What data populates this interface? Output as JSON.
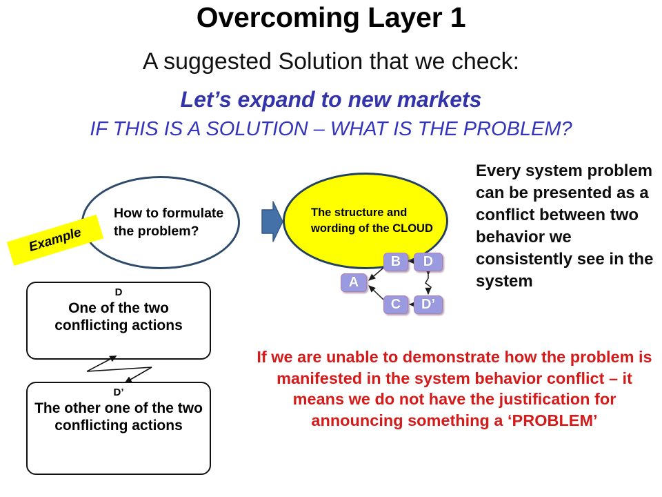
{
  "slide": {
    "title": "Overcoming Layer 1",
    "subtitle": "A suggested Solution that we check:",
    "solution_line": "Let’s expand to new markets",
    "question_line": "IF THIS IS A SOLUTION – WHAT IS THE PROBLEM?"
  },
  "callout": {
    "example_label": "Example"
  },
  "ellipses": {
    "left": "How to formulate the problem?",
    "right": "The structure and wording of the CLOUD"
  },
  "arrow": {
    "chevron_name": "blue-chevron-arrow"
  },
  "boxes": [
    {
      "tag": "D",
      "body": "One of the two conflicting actions"
    },
    {
      "tag": "D’",
      "body": "The other one of the two conflicting actions"
    }
  ],
  "cloud": {
    "nodes": [
      {
        "id": "A",
        "label": "A"
      },
      {
        "id": "B",
        "label": "B"
      },
      {
        "id": "C",
        "label": "C"
      },
      {
        "id": "D",
        "label": "D"
      },
      {
        "id": "Dp",
        "label": "D’"
      }
    ],
    "conflict_marker": "≈"
  },
  "right_panel": {
    "statement": "Every system problem can be presented as a conflict between two behavior we consistently see in the system"
  },
  "warning": {
    "text": "If we are unable to demonstrate how the problem is manifested in the system behavior conflict – it means we do not have the justification for announcing something a ‘PROBLEM’"
  },
  "colors": {
    "blue_heading": "#3333AA",
    "red_warning": "#D51A1A",
    "yellow_fill": "#FFFF00",
    "ellipse_border": "#2E4A6B",
    "node_fill": "#9A9AE0",
    "chevron_blue": "#4472A8"
  }
}
